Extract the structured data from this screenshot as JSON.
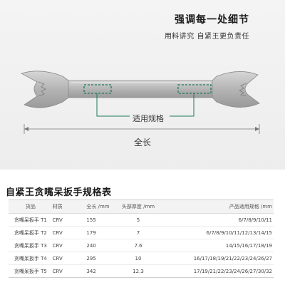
{
  "hero": {
    "headline": "强调每一处细节",
    "subline": "用料讲究 自紧王更负责任",
    "callout_label": "适用规格",
    "dimension_label": "全长"
  },
  "colors": {
    "accent_green": "#1e7a56",
    "steel": "#b9b9b9",
    "background": "#f0f0f0"
  },
  "spec_table": {
    "title": "自紧王贪嘴呆扳手规格表",
    "headers": [
      "货品",
      "材质",
      "全长 /mm",
      "头部厚度 /mm",
      "产品适用规格 /mm"
    ],
    "rows": [
      [
        "贪嘴呆扳手 T1",
        "CRV",
        "155",
        "5",
        "6/7/8/9/10/11"
      ],
      [
        "贪嘴呆扳手 T2",
        "CRV",
        "179",
        "7",
        "6/7/8/9/10/11/12/13/14/15"
      ],
      [
        "贪嘴呆扳手 T3",
        "CRV",
        "240",
        "7.6",
        "14/15/16/17/18/19"
      ],
      [
        "贪嘴呆扳手 T4",
        "CRV",
        "295",
        "10",
        "16/17/18/19/21/22/23/24/26/27"
      ],
      [
        "贪嘴呆扳手 T5",
        "CRV",
        "342",
        "12.3",
        "17/19/21/22/23/24/26/27/30/32"
      ]
    ]
  }
}
